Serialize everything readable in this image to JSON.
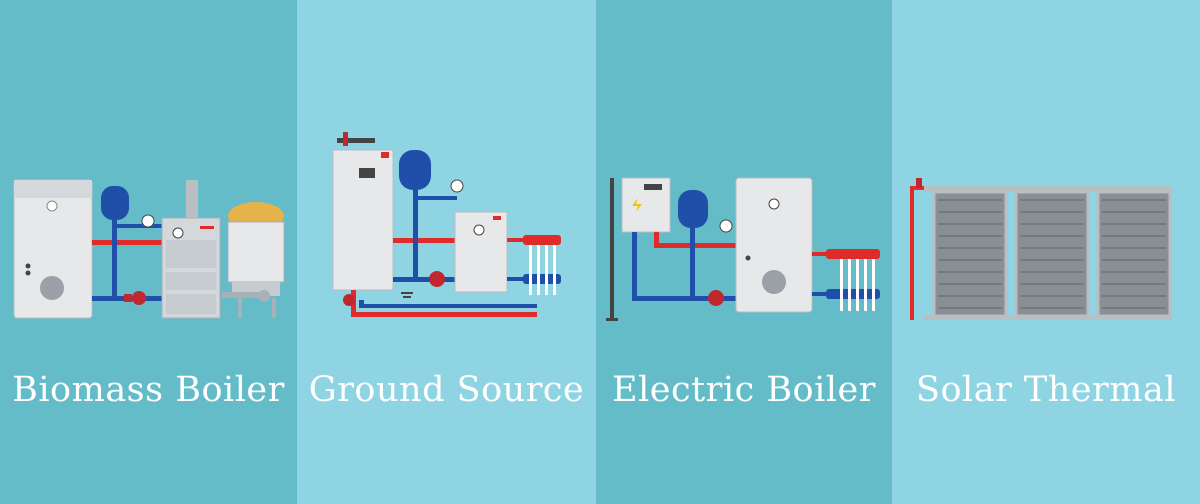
{
  "colors": {
    "panel_dark": "#63bcc7",
    "panel_light": "#8fd4e3",
    "pipe_hot": "#e02b2b",
    "pipe_cold": "#1f4fa8",
    "tank_blue": "#1f4fa8",
    "appliance": "#e6e8ea",
    "label_text": "#ffffff"
  },
  "panels": [
    {
      "label": "Biomass Boiler",
      "icon": "biomass-boiler-icon"
    },
    {
      "label": "Ground Source",
      "icon": "ground-source-heat-pump-icon"
    },
    {
      "label": "Electric Boiler",
      "icon": "electric-boiler-icon"
    },
    {
      "label": "Solar Thermal",
      "icon": "solar-thermal-collector-icon"
    }
  ]
}
